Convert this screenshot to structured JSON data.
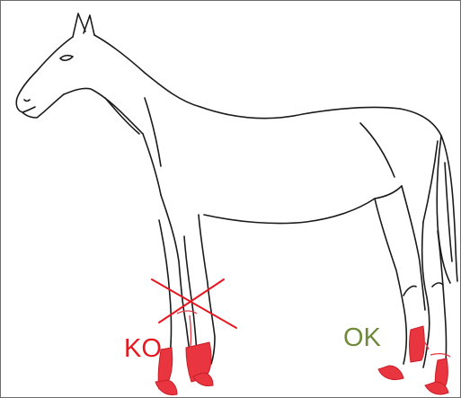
{
  "labels": {
    "ko": "KO",
    "ok": "OK"
  },
  "colors": {
    "outline": "#1a1a1a",
    "bandage": "#e8353f",
    "ko_label": "#e8171f",
    "ok_label": "#6f8a3a",
    "frame_border": "#6b6b6b"
  },
  "annotations": {
    "ko_mark": "x-cross",
    "legs_with_low_bandages": "ok",
    "legs_with_high_bandage": "ko"
  }
}
